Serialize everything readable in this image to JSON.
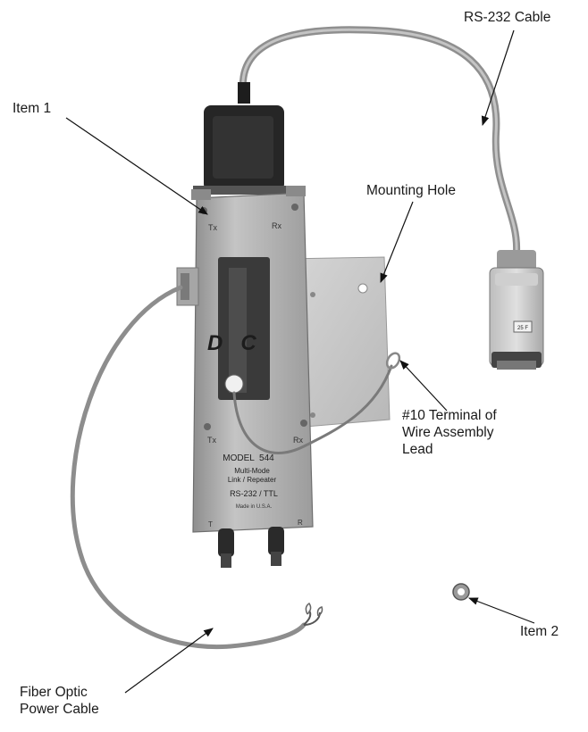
{
  "callouts": {
    "rs232_cable": "RS-232 Cable",
    "item_1": "Item 1",
    "mounting_hole": "Mounting Hole",
    "terminal": [
      "#10 Terminal of",
      "Wire Assembly",
      "Lead"
    ],
    "item_2": "Item 2",
    "fiber_optic": [
      "Fiber Optic",
      "Power Cable"
    ]
  },
  "device_markings": {
    "tx_top": "Tx",
    "rx_top": "Rx",
    "logo": "D   C",
    "tx_bottom": "Tx",
    "rx_bottom": "Rx",
    "model": "MODEL  544",
    "type_line1": "Multi-Mode",
    "type_line2": "Link / Repeater",
    "interface": "RS-232 / TTL",
    "origin": "Made in U.S.A.",
    "port_t": "T",
    "port_r": "R",
    "connector_tag": "25 F"
  },
  "colors": {
    "background": "#ffffff",
    "cable": "#9a9a9a",
    "plate": "#c9c9c9",
    "housing": "#b4b4b4",
    "adapter": "#2a2a2a",
    "leader": "#111111"
  }
}
